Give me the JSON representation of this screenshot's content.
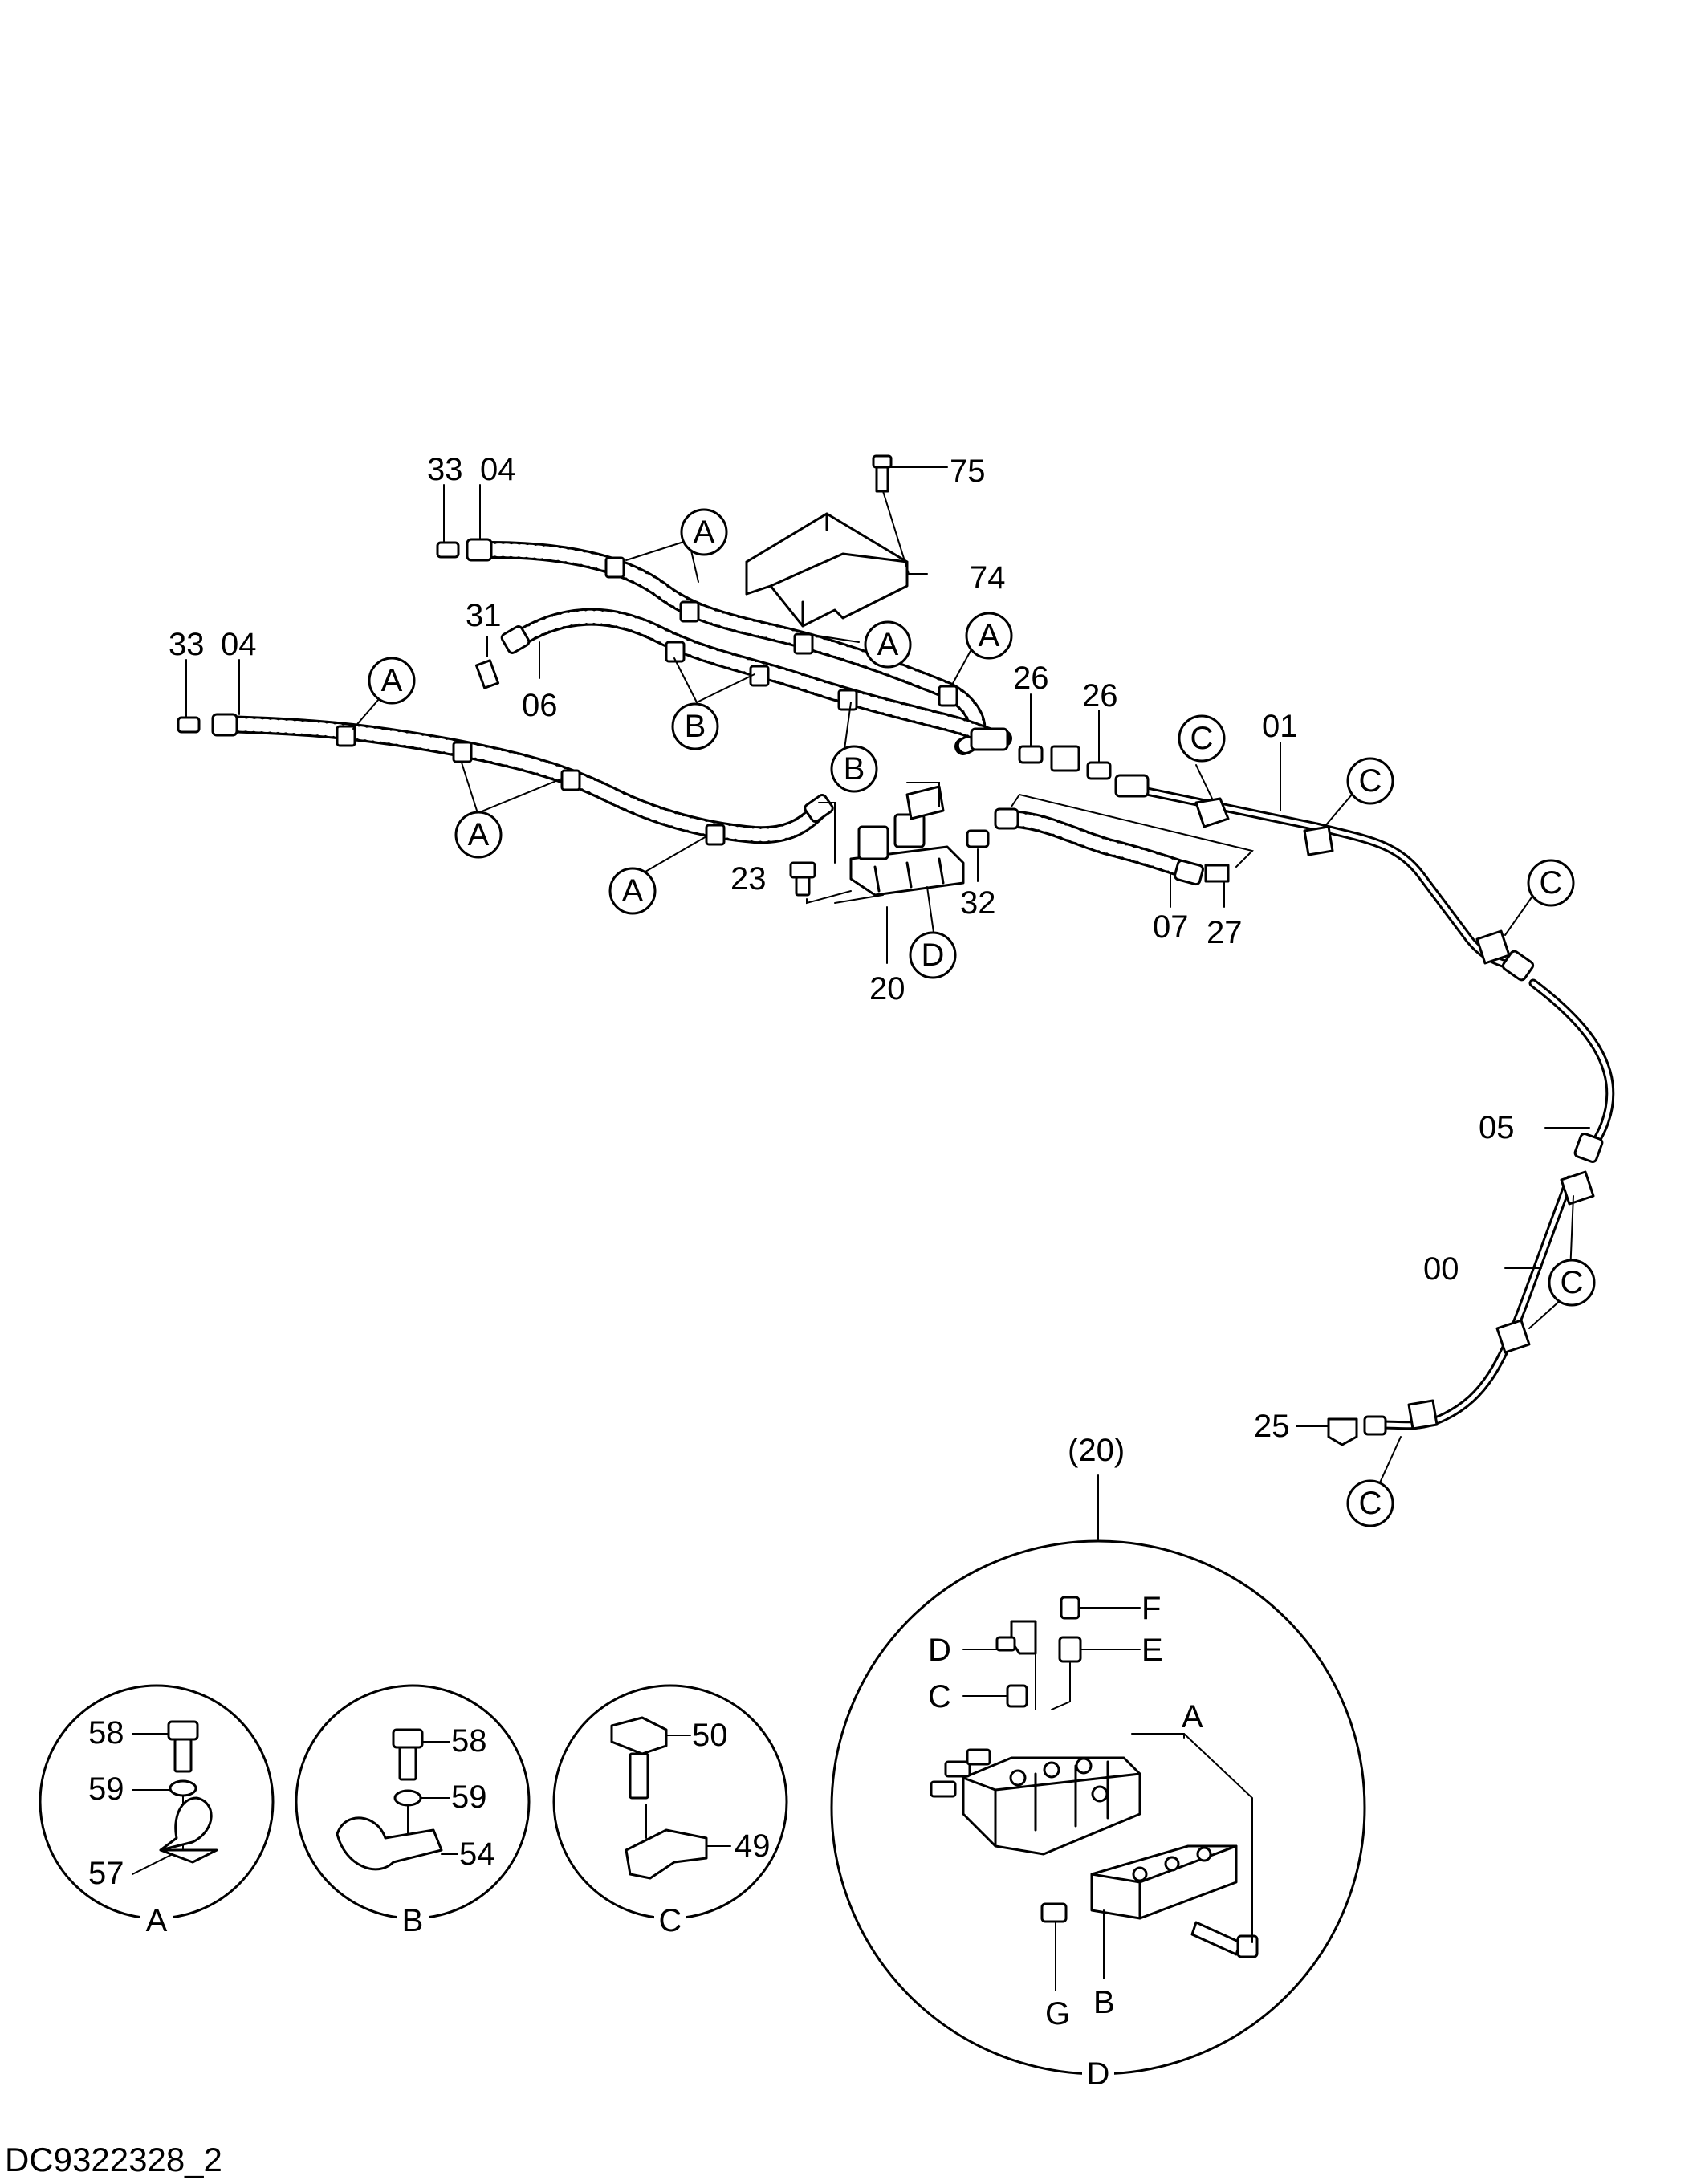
{
  "drawing_id": "DC9322328_2",
  "part_numbers": {
    "p33a": "33",
    "p04a": "04",
    "p75": "75",
    "p74": "74",
    "p31": "31",
    "p06": "06",
    "p33b": "33",
    "p04b": "04",
    "p26a": "26",
    "p26b": "26",
    "p01": "01",
    "p23": "23",
    "p32": "32",
    "p07": "07",
    "p27": "27",
    "p20": "20",
    "p05": "05",
    "p00": "00",
    "p25": "25",
    "p20_detail": "(20)"
  },
  "callouts": {
    "a": "A",
    "b": "B",
    "c": "C",
    "d": "D"
  },
  "detail_a": {
    "caption": "A",
    "bolt": "58",
    "washer": "59",
    "clamp": "57"
  },
  "detail_b": {
    "caption": "B",
    "bolt": "58",
    "washer": "59",
    "clamp": "54"
  },
  "detail_c": {
    "caption": "C",
    "bolt": "50",
    "clamp": "49"
  },
  "detail_d": {
    "caption": "D",
    "f": "F",
    "e": "E",
    "d": "D",
    "c": "C",
    "a": "A",
    "b": "B",
    "g": "G"
  }
}
